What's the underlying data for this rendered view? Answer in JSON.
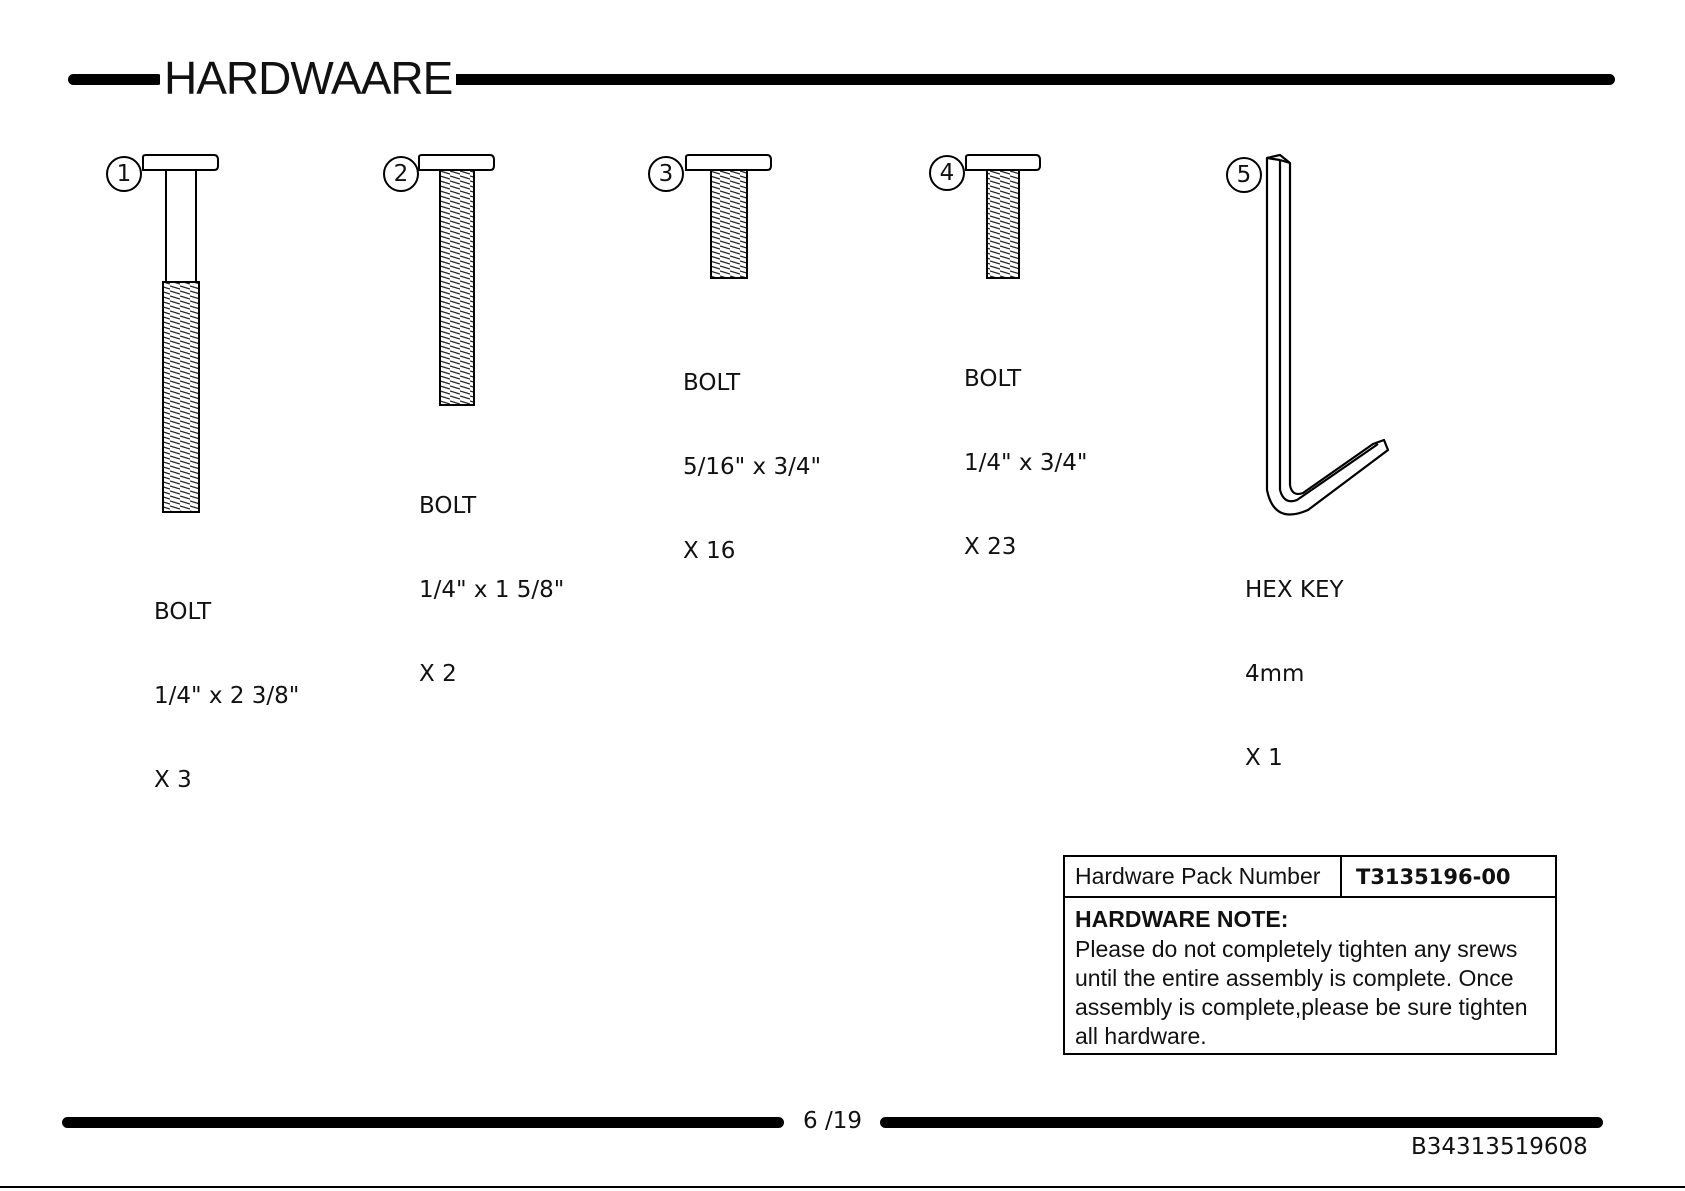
{
  "header": {
    "title": "HARDWAARE"
  },
  "items": [
    {
      "number": "1",
      "name": "BOLT",
      "size": "1/4\" x 2 3/8\"",
      "qty": "X 3"
    },
    {
      "number": "2",
      "name": "BOLT",
      "size": "1/4\" x 1 5/8\"",
      "qty": "X 2"
    },
    {
      "number": "3",
      "name": "BOLT",
      "size": "5/16\" x 3/4\"",
      "qty": "X 16"
    },
    {
      "number": "4",
      "name": "BOLT",
      "size": "1/4\" x 3/4\"",
      "qty": "X 23"
    },
    {
      "number": "5",
      "name": "HEX KEY",
      "size": "4mm",
      "qty": "X 1"
    }
  ],
  "note_box": {
    "pack_label": "Hardware Pack Number",
    "pack_number": "T3135196-00",
    "heading": "HARDWARE NOTE:",
    "lines": [
      "Please do not completely tighten any srews",
      "until the entire assembly is complete. Once",
      "assembly is complete,please be sure tighten",
      "all hardware."
    ]
  },
  "footer": {
    "page": "6 /19",
    "doc_code": "B34313519608"
  }
}
